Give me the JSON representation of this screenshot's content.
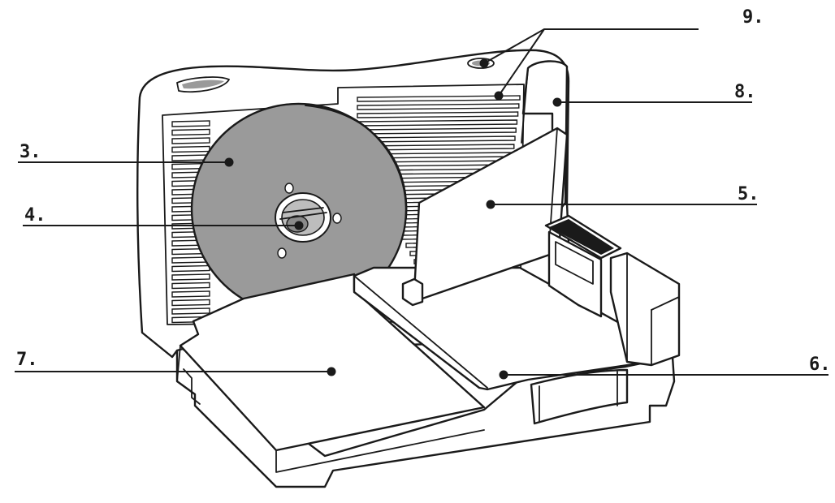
{
  "diagram": {
    "subject": "food-slicer",
    "colors": {
      "line": "#1a1a1a",
      "blade": "#9a9a9a",
      "background": "#ffffff"
    },
    "callouts": [
      {
        "id": "c3",
        "label": "3."
      },
      {
        "id": "c4",
        "label": "4."
      },
      {
        "id": "c5",
        "label": "5."
      },
      {
        "id": "c6",
        "label": "6."
      },
      {
        "id": "c7",
        "label": "7."
      },
      {
        "id": "c8",
        "label": "8."
      },
      {
        "id": "c9",
        "label": "9."
      }
    ]
  }
}
